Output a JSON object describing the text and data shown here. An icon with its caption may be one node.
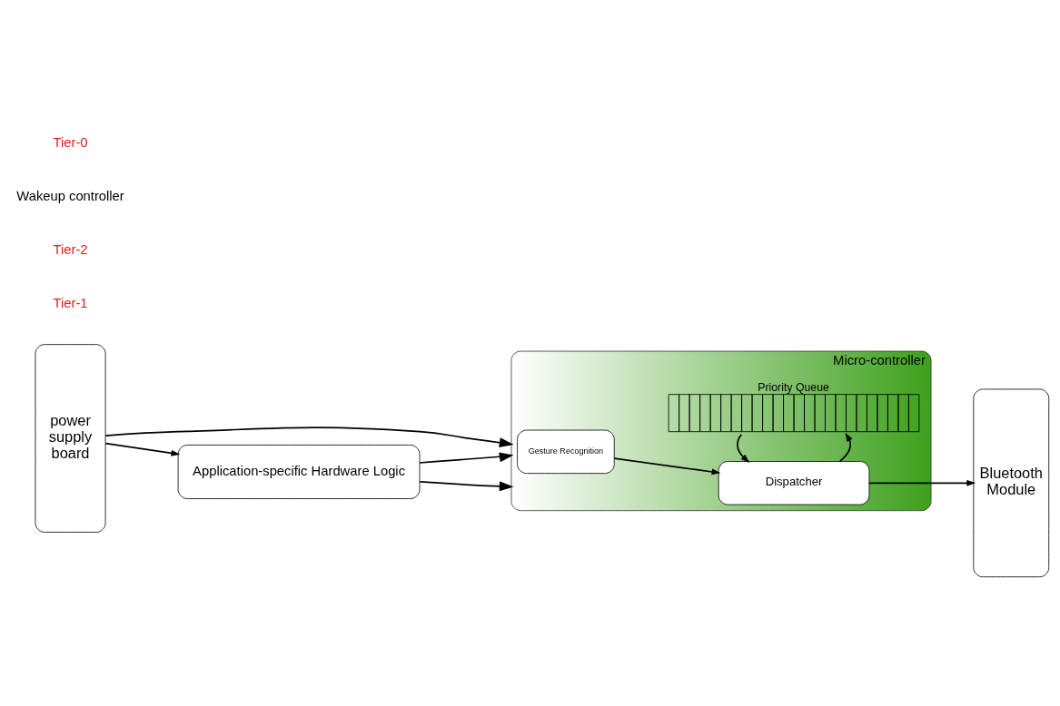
{
  "diagram": {
    "nodes": [
      {
        "text": [
          "power supply board"
        ]
      },
      {
        "text": [
          "Micro-controller"
        ]
      },
      {
        "text": [
          "Priority Queue"
        ],
        "in": 1
      },
      {
        "text": [
          "Gesture Recognition"
        ],
        "in": 1
      },
      {
        "text": [
          "Dispatcher"
        ],
        "in": 1
      },
      {
        "text": [
          "Bluetooth Module"
        ]
      },
      {
        "text": [
          "Application-specific Hardware Logic"
        ]
      }
    ],
    "edges": [
      {
        "from": 0,
        "to": 1,
        "arrow": "to"
      },
      {
        "from": 0,
        "to": 6,
        "arrow": "to"
      },
      {
        "from": 3,
        "to": 4,
        "arrow": "to"
      },
      {
        "from": 4,
        "to": 2,
        "arrow": "to"
      },
      {
        "from": 2,
        "to": 4,
        "arrow": "to"
      },
      {
        "from": 4,
        "to": 5,
        "arrow": "to"
      },
      {
        "from": 6,
        "to": 1,
        "arrow": "to"
      },
      {
        "from": 6,
        "to": 1,
        "arrow": "to"
      }
    ],
    "labels": [
      "Tier-1",
      "Tier-2",
      "Wakeup controller",
      "Tier-0"
    ]
  }
}
